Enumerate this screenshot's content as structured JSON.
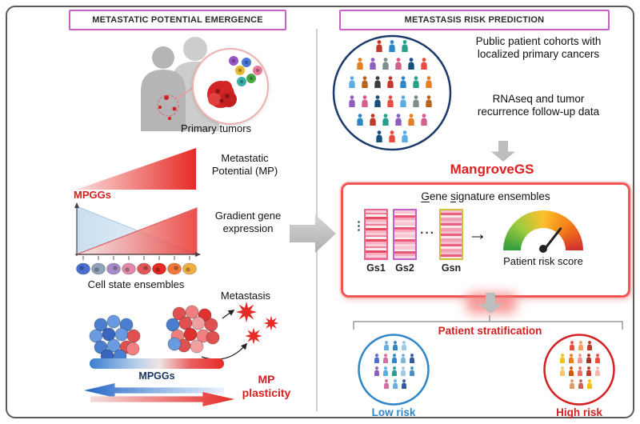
{
  "colors": {
    "accent_red": "#e02020",
    "accent_blue": "#2e86c8",
    "navy_border": "#1b3a6b",
    "header_border": "#c95fc9",
    "gray_arrow": "#bdbdbd"
  },
  "left": {
    "header": "METASTATIC POTENTIAL EMERGENCE",
    "primary_tumors": "Primary tumors",
    "metastatic_potential": "Metastatic Potential (MP)",
    "mpggs": "MPGGs",
    "gradient_gene_expression": "Gradient gene expression",
    "cell_state_ensembles": "Cell state ensembles",
    "metastasis": "Metastasis",
    "mpggs_bottom": "MPGGs",
    "mp_plasticity": "MP plasticity"
  },
  "right": {
    "header": "METASTASIS RISK PREDICTION",
    "cohorts_text": "Public patient cohorts with localized primary cancers",
    "rnaseq_text": "RNAseq and tumor recurrence follow-up data",
    "tool_name": "MangroveGS",
    "gene_sig_title_parts": [
      "G",
      "ene ",
      "s",
      "ignature ensembles"
    ],
    "gs_labels": [
      "Gs1",
      "Gs2",
      "Gsn"
    ],
    "dots_vertical": "⋮",
    "dots_horizontal": "···",
    "arrow_glyph": "→",
    "patient_risk_score": "Patient risk score",
    "patient_stratification": "Patient stratification",
    "low_risk": "Low risk",
    "high_risk": "High risk"
  }
}
